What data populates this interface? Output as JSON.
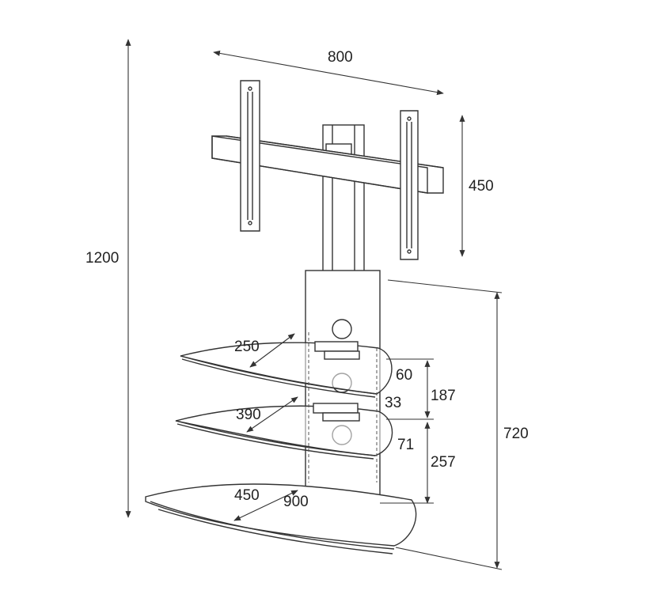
{
  "dimensions": {
    "width_top": "800",
    "bracket_height": "450",
    "total_height": "1200",
    "base_height": "720",
    "shelf1_depth": "250",
    "shelf2_depth": "390",
    "base_depth": "450",
    "base_width": "900",
    "shelf1_thickness": "60",
    "gap_33": "33",
    "shelf2_thickness": "71",
    "spacing_187": "187",
    "spacing_257": "257"
  },
  "colors": {
    "line": "#333333",
    "text": "#222222",
    "background": "#ffffff"
  }
}
